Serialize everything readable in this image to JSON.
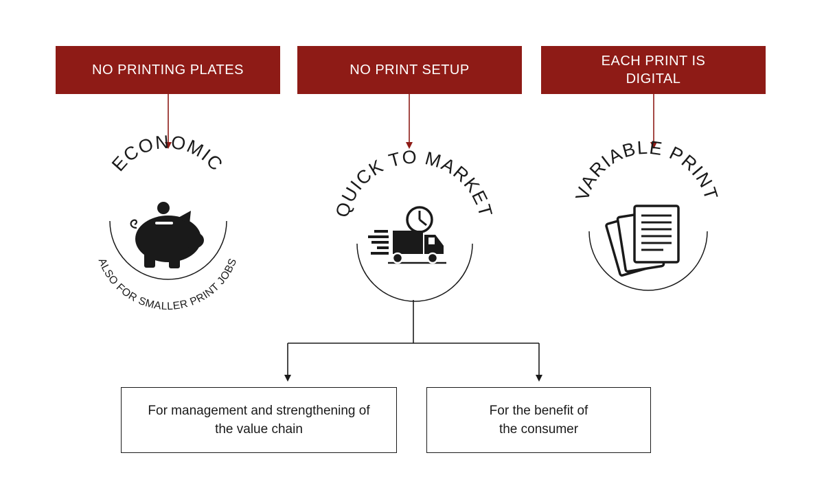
{
  "headers": [
    {
      "label": "NO PRINTING PLATES"
    },
    {
      "label": "NO PRINT SETUP"
    },
    {
      "label": "EACH PRINT IS DIGITAL"
    }
  ],
  "benefits": [
    {
      "title": "ECONOMIC",
      "subtitle": "ALSO FOR SMALLER PRINT JOBS",
      "icon": "piggy-bank-icon"
    },
    {
      "title": "QUICK TO MARKET",
      "icon": "delivery-truck-clock-icon"
    },
    {
      "title": "VARIABLE PRINT",
      "icon": "stacked-documents-icon"
    }
  ],
  "outcomes": [
    {
      "text": "For management and strengthening of the value chain"
    },
    {
      "text": "For the benefit of the consumer"
    }
  ],
  "colors": {
    "accent": "#8e1b16",
    "ink": "#1a1a1a"
  }
}
